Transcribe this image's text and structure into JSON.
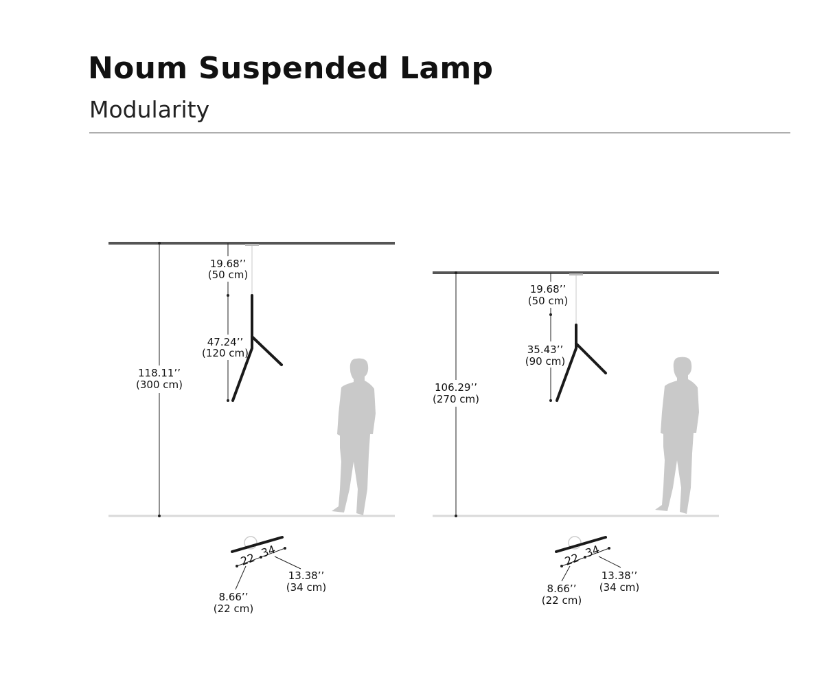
{
  "header": {
    "title": "Noum Suspended Lamp",
    "subtitle": "Modularity"
  },
  "colors": {
    "ceiling": "#555555",
    "floor": "#d9d9d9",
    "lamp": "#1a1a1a",
    "person": "#c9c9c9",
    "dimension_line": "#222222"
  },
  "configurations": [
    {
      "total_height": {
        "imperial": "118.11’’",
        "metric": "(300 cm)"
      },
      "cable_length": {
        "imperial": "19.68’’",
        "metric": "(50 cm)"
      },
      "lamp_height": {
        "imperial": "47.24’’",
        "metric": "(120 cm)"
      },
      "arm_angle_labels": {
        "short": "22",
        "long": "34"
      },
      "short_arm": {
        "imperial": "8.66’’",
        "metric": "(22 cm)"
      },
      "long_arm": {
        "imperial": "13.38’’",
        "metric": "(34 cm)"
      }
    },
    {
      "total_height": {
        "imperial": "106.29’’",
        "metric": "(270 cm)"
      },
      "cable_length": {
        "imperial": "19.68’’",
        "metric": "(50 cm)"
      },
      "lamp_height": {
        "imperial": "35.43’’",
        "metric": "(90 cm)"
      },
      "arm_angle_labels": {
        "short": "22",
        "long": "34"
      },
      "short_arm": {
        "imperial": "8.66’’",
        "metric": "(22 cm)"
      },
      "long_arm": {
        "imperial": "13.38’’",
        "metric": "(34 cm)"
      }
    }
  ]
}
